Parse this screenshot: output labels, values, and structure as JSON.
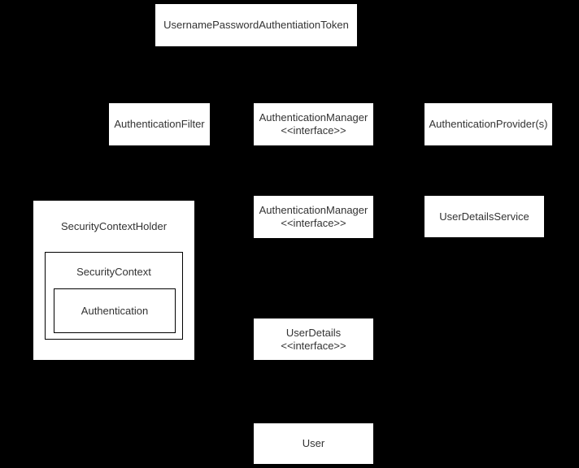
{
  "colors": {
    "background": "#000000",
    "node_fill": "#ffffff",
    "node_border": "#000000",
    "text": "#333333"
  },
  "nodes": {
    "token": {
      "label": "UsernamePasswordAuthentiationToken"
    },
    "filter": {
      "label": "AuthenticationFilter"
    },
    "auth_manager_1": {
      "label": "AuthenticationManager",
      "stereotype": "<<interface>>"
    },
    "providers": {
      "label": "AuthenticationProvider(s)"
    },
    "auth_manager_2": {
      "label": "AuthenticationManager",
      "stereotype": "<<interface>>"
    },
    "user_details_service": {
      "label": "UserDetailsService"
    },
    "security_context_holder": {
      "label": "SecurityContextHolder"
    },
    "security_context": {
      "label": "SecurityContext"
    },
    "authentication": {
      "label": "Authentication"
    },
    "user_details": {
      "label": "UserDetails",
      "stereotype": "<<interface>>"
    },
    "user": {
      "label": "User"
    }
  }
}
